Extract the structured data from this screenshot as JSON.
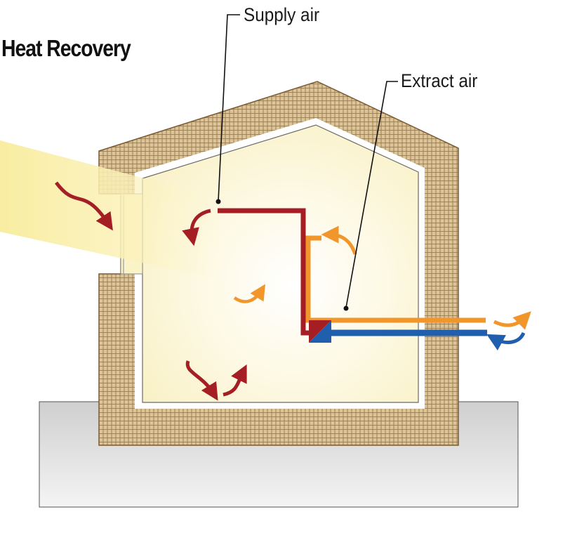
{
  "title": "Heat Recovery",
  "labels": {
    "supply_air": "Supply air",
    "extract_air": "Extract air"
  },
  "colors": {
    "wall_fill": "#dcc398",
    "wall_brick_lines": "#8a6a3e",
    "interior_glow": "#fbf6d8",
    "sunlight": "#faf0b0",
    "ground": "#d8d8d8",
    "supply_duct": "#a51e24",
    "extract_duct": "#f0962a",
    "outdoor_duct": "#1f5fae",
    "leader_line": "#111111"
  },
  "icons": [
    "heat-exchanger-icon",
    "airflow-arrow-icon"
  ]
}
